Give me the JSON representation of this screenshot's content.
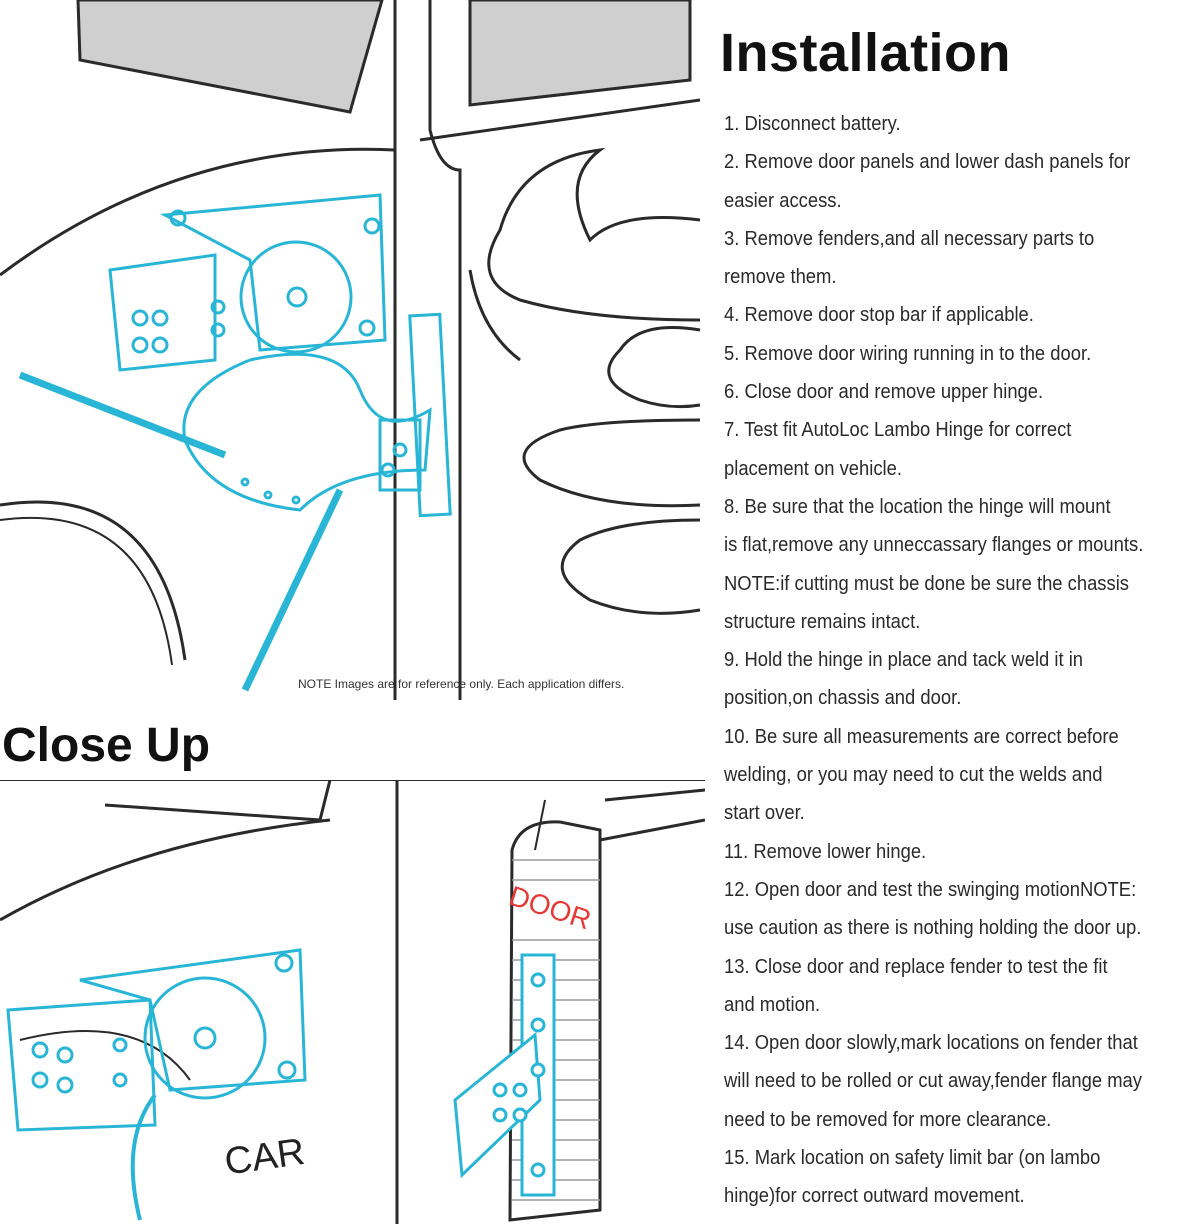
{
  "installation": {
    "title": "Installation",
    "steps": [
      "1. Disconnect battery.",
      "2. Remove door panels and lower dash panels for",
      "easier access.",
      "3. Remove fenders,and all necessary parts to",
      "remove them.",
      "4. Remove door stop bar if applicable.",
      "5. Remove door wiring running in to the door.",
      "6. Close door and remove upper hinge.",
      "7. Test fit AutoLoc Lambo Hinge for correct",
      "placement on vehicle.",
      "8. Be sure that the location the hinge will mount",
      "is flat,remove any unneccassary flanges or mounts.",
      "NOTE:if cutting must be done be sure the chassis",
      "structure remains intact.",
      "9. Hold the hinge in place and tack weld it in",
      "position,on chassis and door.",
      "10. Be sure all measurements are correct before",
      "welding, or you may need to cut the welds and",
      "start over.",
      "11. Remove lower hinge.",
      "12. Open door and test the swinging motionNOTE:",
      "use caution as there is nothing holding the door up.",
      "13. Close door and replace fender to test the fit",
      "and motion.",
      "14. Open door slowly,mark locations on fender that",
      "will need to be rolled or cut away,fender flange may",
      "need to be removed for more clearance.",
      "15. Mark location on safety limit bar (on lambo",
      "hinge)for correct outward movement."
    ]
  },
  "illustration": {
    "note": "NOTE Images are for reference only. Each application differs."
  },
  "closeup": {
    "title": "Close Up",
    "car_label": "CAR",
    "door_label": "DOOR"
  },
  "colors": {
    "hinge_line": "#29b6d6",
    "outline": "#2a2a2a",
    "door_label": "#e53935",
    "window_tint": "#c9c9c9"
  },
  "icons": [
    "hinge-diagram-icon",
    "flame-decal-icon",
    "door-hatch-icon"
  ]
}
